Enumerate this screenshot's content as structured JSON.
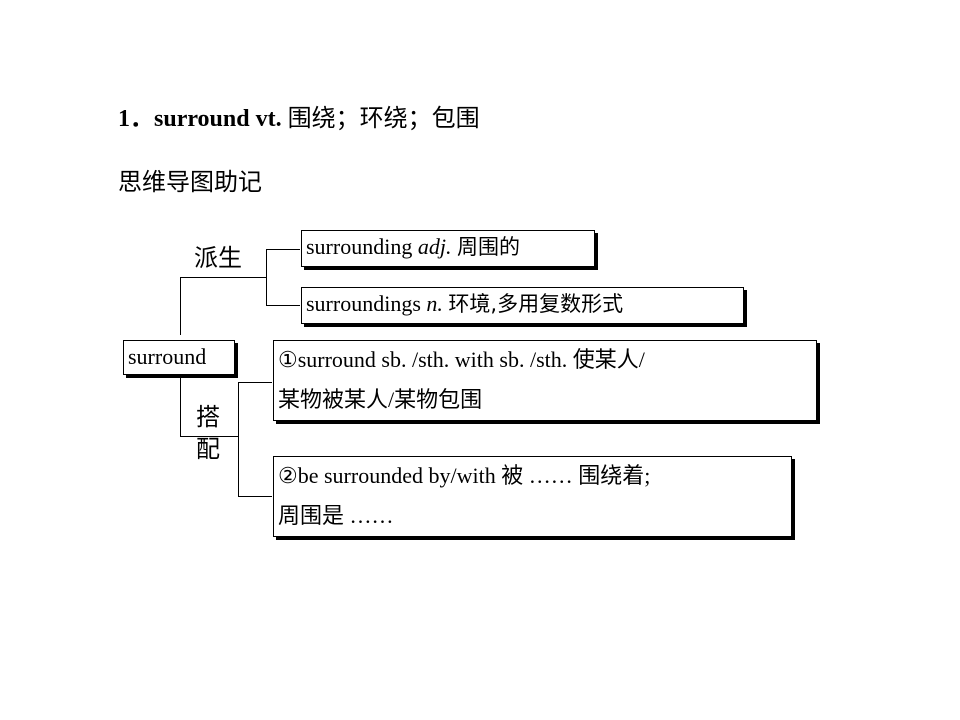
{
  "heading": {
    "number": "1．",
    "word": "surround vt.",
    "meaning": "围绕；环绕；包围"
  },
  "subheading": "思维导图助记",
  "mindmap": {
    "root": "surround",
    "branch_derivation": "派生",
    "branch_collocation_1": "搭",
    "branch_collocation_2": "配",
    "derivatives": [
      {
        "word": "surrounding",
        "pos": "adj.",
        "meaning": "周围的"
      },
      {
        "word": "surroundings",
        "pos": "n.",
        "meaning": "环境,多用复数形式"
      }
    ],
    "collocations": [
      {
        "line1": "①surround sb. /sth.  with sb. /sth.  使某人/",
        "line2": "某物被某人/某物包围"
      },
      {
        "line1": "②be surrounded by/with 被 …… 围绕着;",
        "line2": "周围是 ……"
      }
    ]
  }
}
